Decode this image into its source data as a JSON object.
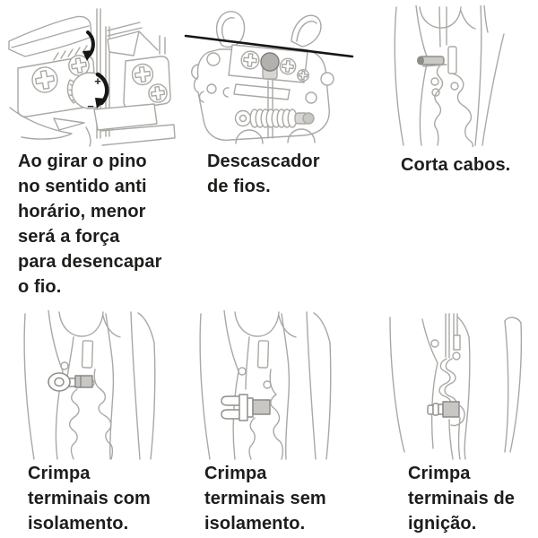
{
  "page": {
    "background": "#ffffff",
    "text_color": "#1d1d1b",
    "line_color": "#aaa8a4",
    "wire_color": "#161616",
    "metal_fill": "#c9c7c3"
  },
  "panels": [
    {
      "id": "pin-adjust",
      "illustration": "adjustment-knob-closeup",
      "markings": {
        "plus": "+",
        "minus": "−"
      },
      "caption_lines": [
        "Ao girar o pino",
        "no sentido anti",
        "horário, menor",
        "será a força",
        "para desencapar",
        "o fio."
      ]
    },
    {
      "id": "wire-stripper",
      "illustration": "stripper-head-with-wire",
      "caption_lines": [
        "Descascador",
        "de fios."
      ]
    },
    {
      "id": "cable-cutter",
      "illustration": "jaw-with-cable-piece",
      "caption_lines": [
        "Corta cabos."
      ]
    },
    {
      "id": "crimp-insulated",
      "illustration": "jaw-with-ring-terminal",
      "caption_lines": [
        "Crimpa",
        "terminais com",
        "isolamento."
      ]
    },
    {
      "id": "crimp-uninsulated",
      "illustration": "jaw-with-fork-terminal",
      "caption_lines": [
        "Crimpa",
        "terminais sem",
        "isolamento."
      ]
    },
    {
      "id": "crimp-ignition",
      "illustration": "jaw-with-ignition-terminal",
      "caption_lines": [
        "Crimpa",
        "terminais de",
        "ignição."
      ]
    }
  ]
}
